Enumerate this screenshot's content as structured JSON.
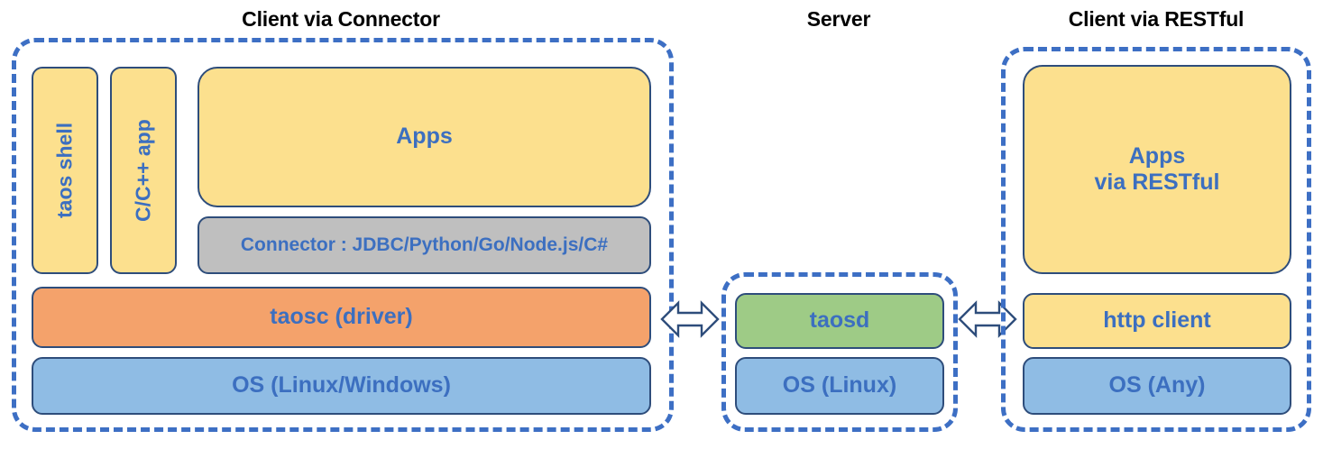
{
  "diagram": {
    "title_left": "Client via Connector",
    "title_mid": "Server",
    "title_right": "Client via RESTful",
    "colors": {
      "dashed_border": "#3D6FC4",
      "node_border": "#2E4D7B",
      "text_blue": "#3C6FC0",
      "yellow": "#FCE08E",
      "grey": "#BFBFBF",
      "orange": "#F4A26B",
      "blue": "#8FBCE4",
      "green": "#9ECB86",
      "title_black": "#000000"
    }
  },
  "client_connector": {
    "taos_shell": "taos shell",
    "c_cpp_app": "C/C++ app",
    "apps": "Apps",
    "connector": "Connector : JDBC/Python/Go/Node.js/C#",
    "taosc": "taosc (driver)",
    "os": "OS (Linux/Windows)"
  },
  "server": {
    "taosd": "taosd",
    "os": "OS (Linux)"
  },
  "client_restful": {
    "apps_line1": "Apps",
    "apps_line2": "via RESTful",
    "http_client": "http client",
    "os": "OS (Any)"
  },
  "arrows": {
    "left_right_1": "double-headed-arrow",
    "left_right_2": "double-headed-arrow"
  }
}
